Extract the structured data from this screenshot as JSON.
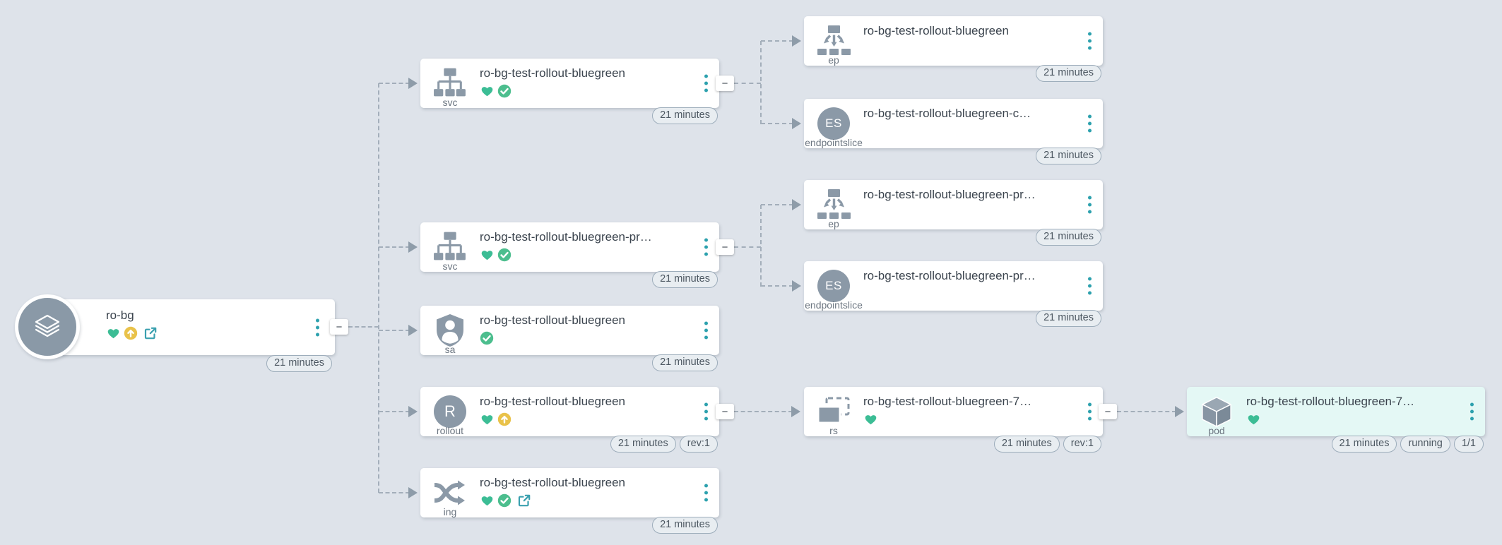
{
  "ui": {
    "collapse_glyph": "−",
    "es_initials": "ES",
    "rollout_initial": "R"
  },
  "colors": {
    "background": "#dee3ea",
    "card": "#ffffff",
    "pod_highlight": "#e4f8f5",
    "accent_teal": "#2da1ae",
    "healthy_green": "#3cbd95",
    "synced_green": "#4cbe8e",
    "out_of_sync_yellow": "#e9c24a",
    "link_teal": "#3aa0af",
    "icon_gray": "#8b99a7",
    "connector_gray": "#a3aeba"
  },
  "nodes": {
    "app": {
      "title": "ro-bg",
      "badges": [
        "21 minutes"
      ],
      "status_icons": [
        "healthy-heart-icon",
        "out-of-sync-arrow-icon",
        "external-link-icon"
      ]
    },
    "svc_active": {
      "title": "ro-bg-test-rollout-bluegreen",
      "kind": "svc",
      "badges": [
        "21 minutes"
      ],
      "status_icons": [
        "healthy-heart-icon",
        "synced-check-icon"
      ]
    },
    "ep_active": {
      "title": "ro-bg-test-rollout-bluegreen",
      "kind": "ep",
      "badges": [
        "21 minutes"
      ],
      "status_icons": []
    },
    "es_active": {
      "title": "ro-bg-test-rollout-bluegreen-c…",
      "kind": "endpointslice",
      "badges": [
        "21 minutes"
      ],
      "status_icons": []
    },
    "svc_preview": {
      "title": "ro-bg-test-rollout-bluegreen-pr…",
      "kind": "svc",
      "badges": [
        "21 minutes"
      ],
      "status_icons": [
        "healthy-heart-icon",
        "synced-check-icon"
      ]
    },
    "ep_preview": {
      "title": "ro-bg-test-rollout-bluegreen-pr…",
      "kind": "ep",
      "badges": [
        "21 minutes"
      ],
      "status_icons": []
    },
    "es_preview": {
      "title": "ro-bg-test-rollout-bluegreen-pr…",
      "kind": "endpointslice",
      "badges": [
        "21 minutes"
      ],
      "status_icons": []
    },
    "sa": {
      "title": "ro-bg-test-rollout-bluegreen",
      "kind": "sa",
      "badges": [
        "21 minutes"
      ],
      "status_icons": [
        "synced-check-icon"
      ]
    },
    "rollout": {
      "title": "ro-bg-test-rollout-bluegreen",
      "kind": "rollout",
      "badges": [
        "21 minutes",
        "rev:1"
      ],
      "status_icons": [
        "healthy-heart-icon",
        "out-of-sync-arrow-icon"
      ]
    },
    "rs": {
      "title": "ro-bg-test-rollout-bluegreen-7…",
      "kind": "rs",
      "badges": [
        "21 minutes",
        "rev:1"
      ],
      "status_icons": [
        "healthy-heart-icon"
      ]
    },
    "pod": {
      "title": "ro-bg-test-rollout-bluegreen-7…",
      "kind": "pod",
      "badges": [
        "21 minutes",
        "running",
        "1/1"
      ],
      "status_icons": [
        "healthy-heart-icon"
      ]
    },
    "ing": {
      "title": "ro-bg-test-rollout-bluegreen",
      "kind": "ing",
      "badges": [
        "21 minutes",
        "healthy-heart-icon"
      ],
      "status_icons": [
        "healthy-heart-icon",
        "synced-check-icon",
        "external-link-icon"
      ]
    }
  }
}
